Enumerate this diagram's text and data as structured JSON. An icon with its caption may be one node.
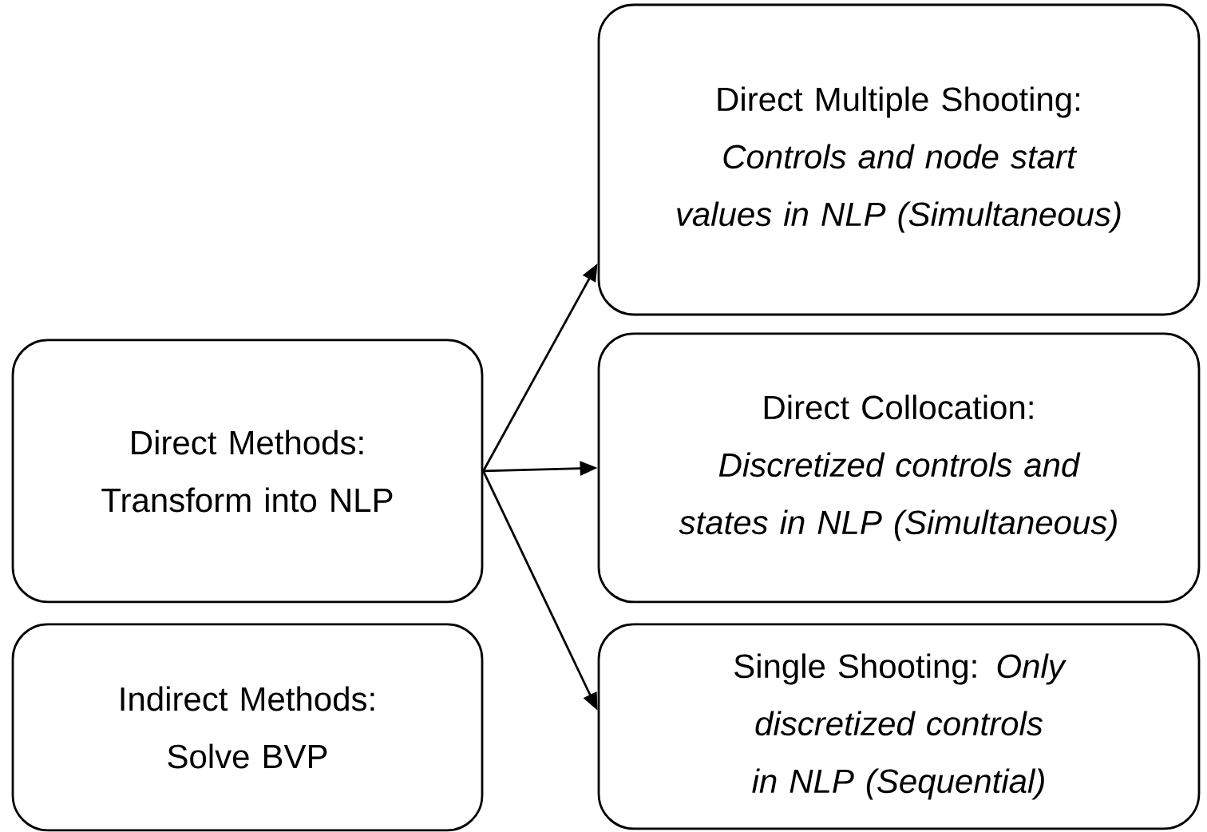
{
  "diagram": {
    "nodes": [
      {
        "text": [
          "Direct Methods: Transform into NLP"
        ]
      },
      {
        "text": [
          "Indirect Methods: Solve BVP"
        ]
      },
      {
        "text": [
          "Direct Multiple Shooting:",
          "Controls and node start values in NLP (Simultaneous)"
        ]
      },
      {
        "text": [
          "Direct Collocation:",
          "Discretized controls and states in NLP (Simultaneous)"
        ]
      },
      {
        "text": [
          "Single Shooting: *Only discretized controls in NLP (Sequential)*"
        ]
      }
    ],
    "edges": [
      {
        "from": 0,
        "to": 2,
        "arrow": "to"
      },
      {
        "from": 0,
        "to": 3,
        "arrow": "to"
      },
      {
        "from": 0,
        "to": 4,
        "arrow": "to"
      }
    ]
  }
}
